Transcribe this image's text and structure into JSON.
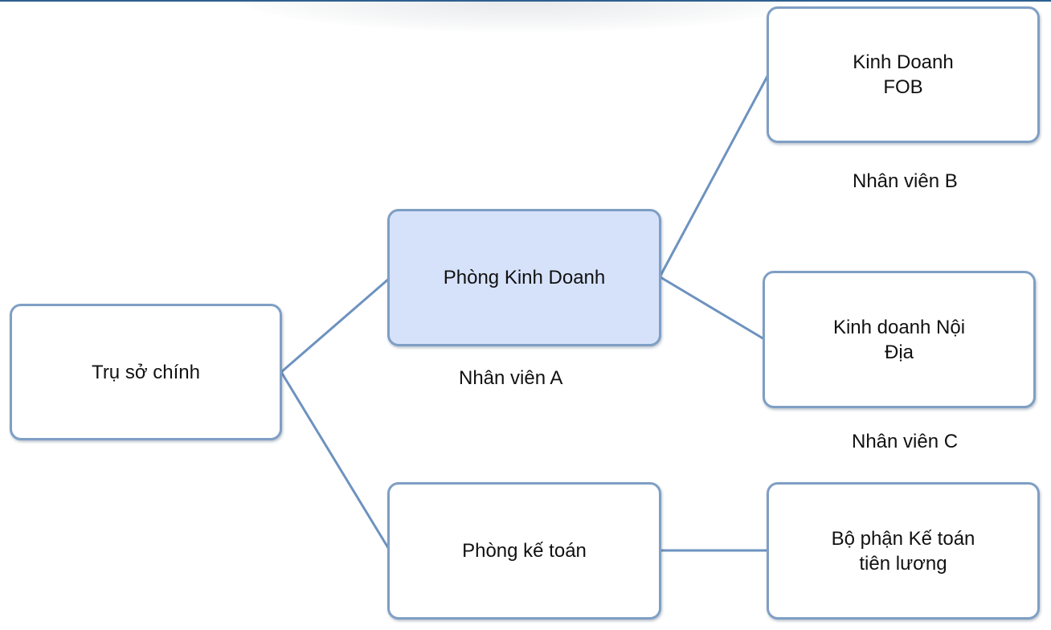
{
  "diagram": {
    "colors": {
      "line": "#6d92bf",
      "node_border": "#7f9fc4",
      "highlight_fill": "#d6e2fa"
    },
    "nodes": {
      "root": {
        "label": "Trụ sở chính"
      },
      "sales_dept": {
        "label": "Phòng Kinh Doanh"
      },
      "accounting_dept": {
        "label": "Phòng kế toán"
      },
      "fob_sales": {
        "label": "Kinh Doanh\nFOB"
      },
      "domestic_sales": {
        "label": "Kinh doanh Nội\nĐịa"
      },
      "payroll": {
        "label": "Bộ phận Kế toán\ntiên lương"
      }
    },
    "captions": {
      "staff_a": "Nhân viên A",
      "staff_b": "Nhân viên B",
      "staff_c": "Nhân viên C"
    },
    "edges": [
      {
        "from": "root",
        "to": "sales_dept"
      },
      {
        "from": "root",
        "to": "accounting_dept"
      },
      {
        "from": "sales_dept",
        "to": "fob_sales"
      },
      {
        "from": "sales_dept",
        "to": "domestic_sales"
      },
      {
        "from": "accounting_dept",
        "to": "payroll"
      }
    ]
  }
}
